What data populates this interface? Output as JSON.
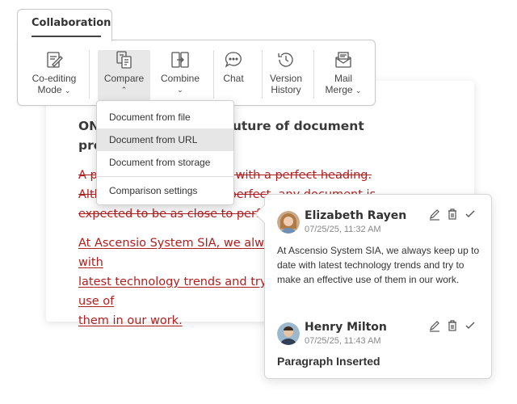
{
  "tab": {
    "label": "Collaboration"
  },
  "toolbar": {
    "buttons": [
      {
        "line1": "Co-editing",
        "line2": "Mode",
        "caret": "⌄",
        "icon": "coediting-icon"
      },
      {
        "line1": "Compare",
        "line2": "",
        "caret": "⌃",
        "icon": "compare-icon"
      },
      {
        "line1": "Combine",
        "line2": "",
        "caret": "⌄",
        "icon": "combine-icon"
      },
      {
        "line1": "Chat",
        "line2": "",
        "caret": "",
        "icon": "chat-icon"
      },
      {
        "line1": "Version",
        "line2": "History",
        "caret": "",
        "icon": "history-icon"
      },
      {
        "line1": "Mail",
        "line2": "Merge",
        "caret": "⌄",
        "icon": "mail-merge-icon"
      }
    ]
  },
  "compare_menu": {
    "items": [
      "Document from file",
      "Document from URL",
      "Document from storage"
    ],
    "settings": "Comparison settings"
  },
  "document": {
    "heading_line1": "ONLYOFFICE and the future of document",
    "heading_line2": "processing",
    "deleted_lines": [
      "A perfect document starts with a perfect heading.",
      "Although no document is perfect, any document is",
      "expected to be as close to perfection as possible."
    ],
    "inserted_lines": [
      "At Ascensio System SIA, we always keep up to date with",
      "latest technology trends and try to make an effective use of",
      "them in our work."
    ]
  },
  "comments": [
    {
      "author": "Elizabeth Rayen",
      "date": "07/25/25, 11:32 AM",
      "text": "At Ascensio System SIA, we always keep up to date with latest technology trends and try to make an effective use of them in our work."
    },
    {
      "author": "Henry Milton",
      "date": "07/25/25, 11:43 AM",
      "text": "Paragraph Inserted"
    }
  ],
  "colors": {
    "track_change": "#b01f1f",
    "border": "#c8c8c8",
    "menu_hover": "#e6e6e6"
  }
}
